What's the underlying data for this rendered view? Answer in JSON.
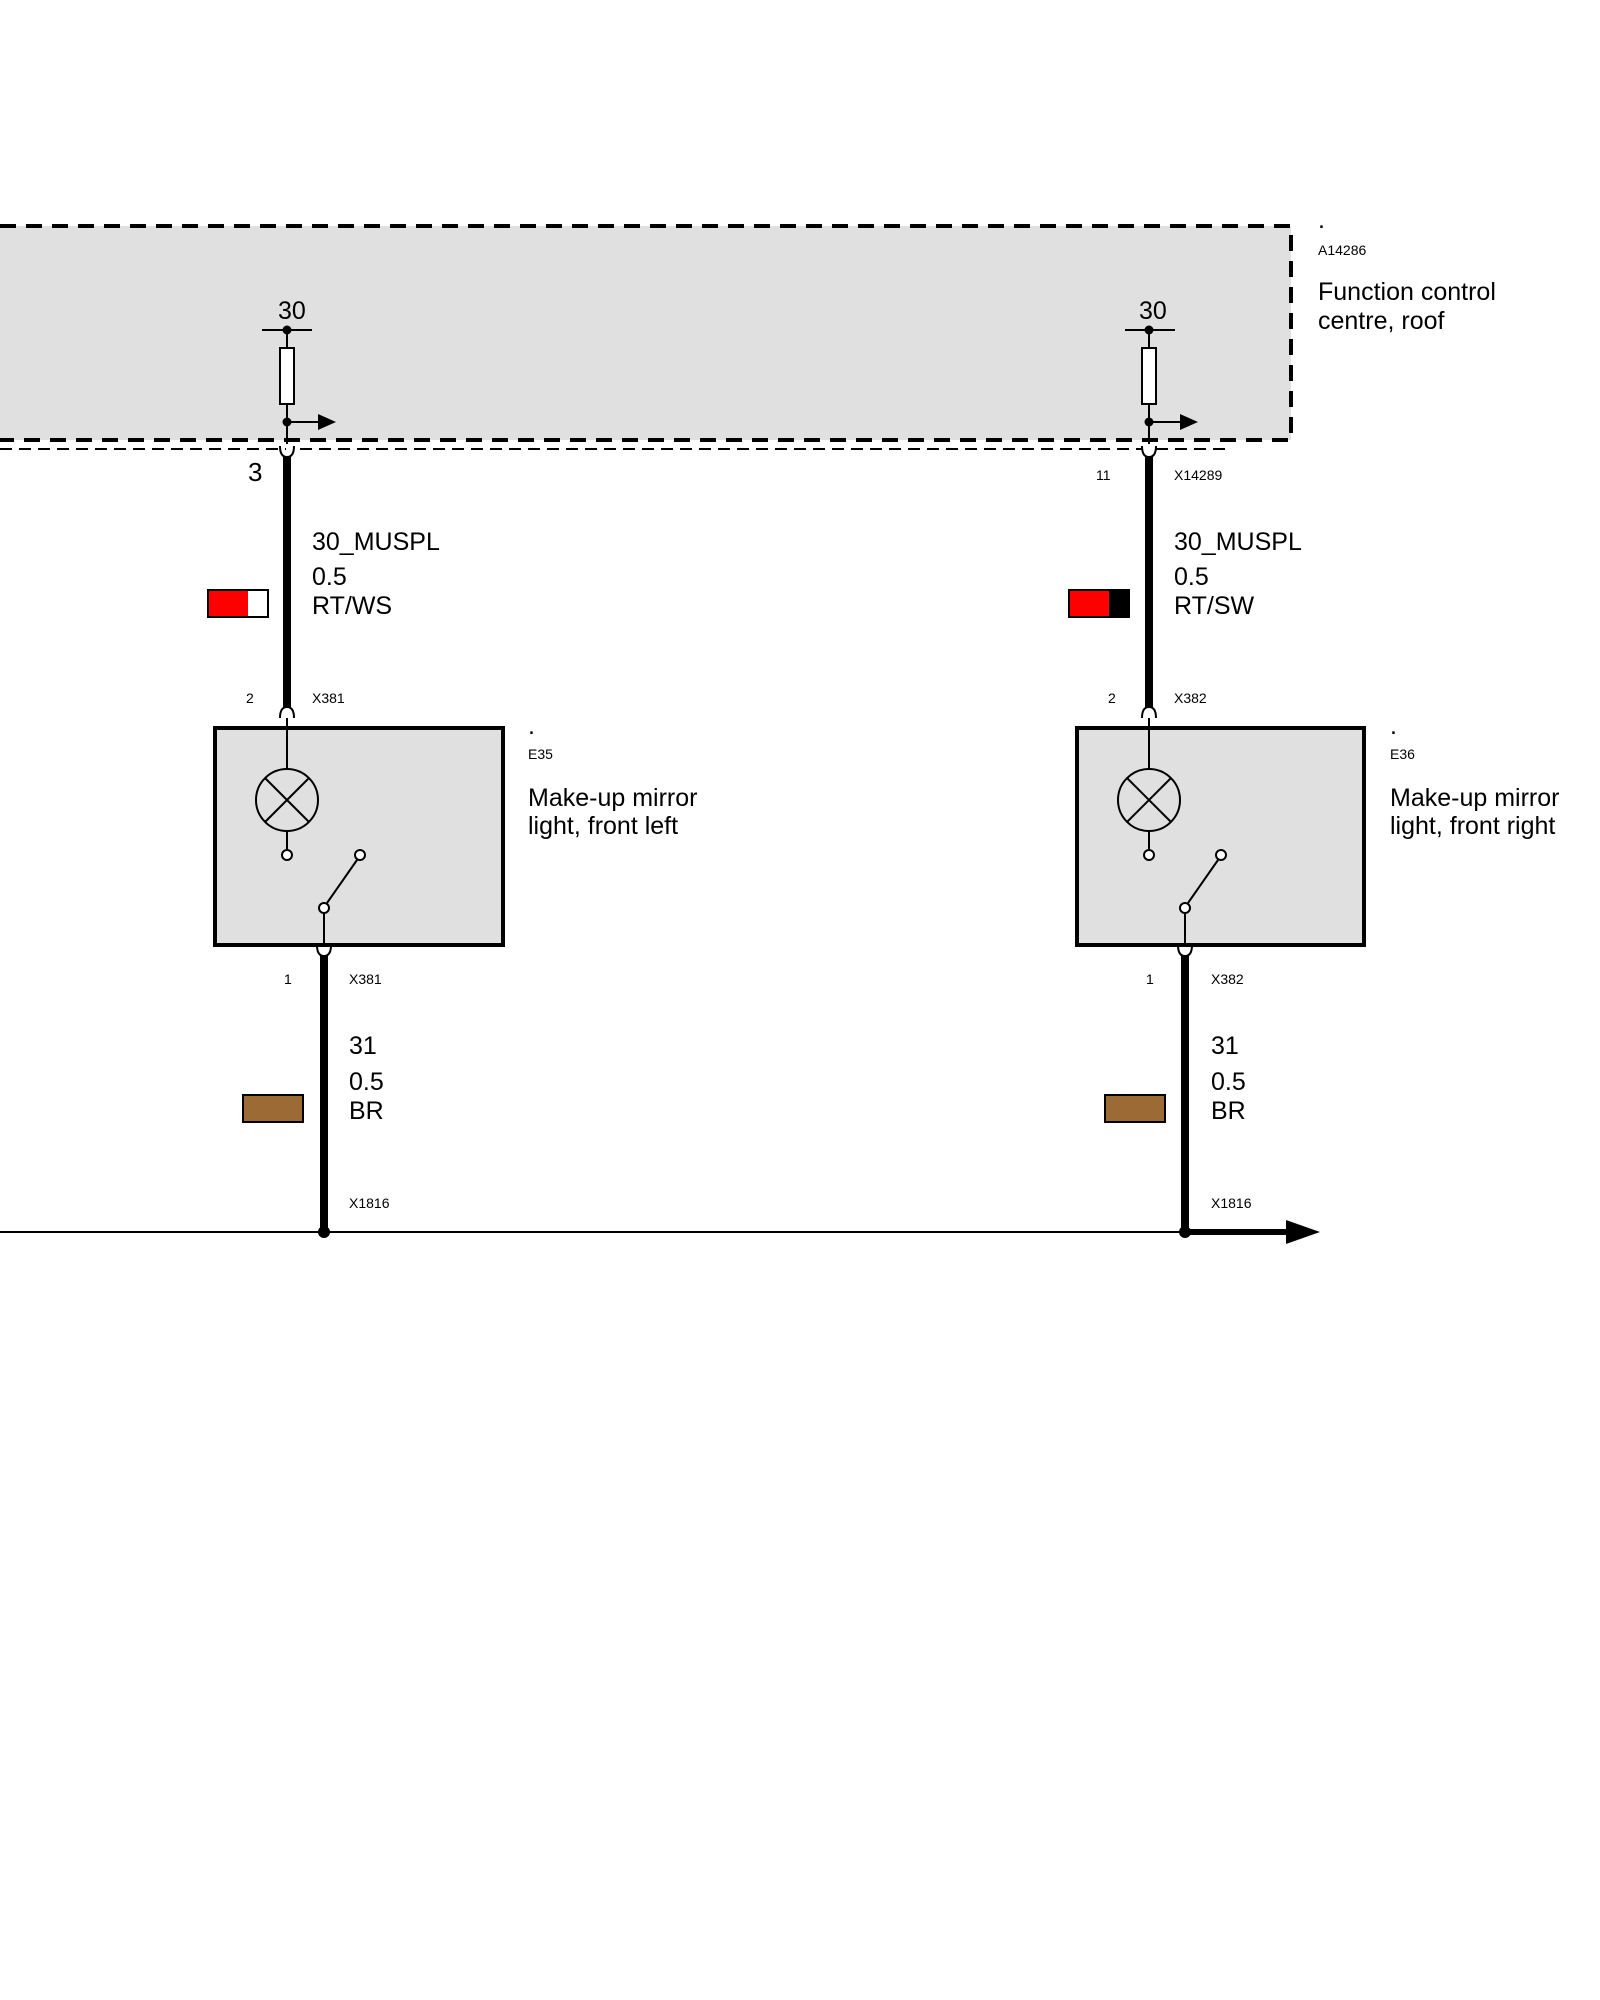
{
  "control_unit": {
    "dot": ".",
    "code": "A14286",
    "name_line1": "Function control",
    "name_line2": "centre, roof",
    "fuse_left_label": "30",
    "fuse_right_label": "30",
    "colors": {
      "fill": "#e0e0e0",
      "border": "#000000"
    }
  },
  "wires_top": [
    {
      "pin": "3",
      "connector": "",
      "signal": "30_MUSPL",
      "cross_section": "0.5",
      "color_code": "RT/WS",
      "swatch_colors": [
        "#ff0000",
        "#ffffff"
      ]
    },
    {
      "pin": "11",
      "connector": "X14289",
      "signal": "30_MUSPL",
      "cross_section": "0.5",
      "color_code": "RT/SW",
      "swatch_colors": [
        "#ff0000",
        "#000000"
      ]
    }
  ],
  "components": [
    {
      "dot": ".",
      "code": "E35",
      "name_line1": "Make-up mirror",
      "name_line2": "light, front left",
      "top_pin": "2",
      "top_connector": "X381",
      "bottom_pin": "1",
      "bottom_connector": "X381"
    },
    {
      "dot": ".",
      "code": "E36",
      "name_line1": "Make-up mirror",
      "name_line2": "light, front right",
      "top_pin": "2",
      "top_connector": "X382",
      "bottom_pin": "1",
      "bottom_connector": "X382"
    }
  ],
  "wires_bottom": [
    {
      "signal": "31",
      "cross_section": "0.5",
      "color_code": "BR",
      "swatch_color": "#9b6a35",
      "ground_connector": "X1816"
    },
    {
      "signal": "31",
      "cross_section": "0.5",
      "color_code": "BR",
      "swatch_color": "#9b6a35",
      "ground_connector": "X1816"
    }
  ]
}
